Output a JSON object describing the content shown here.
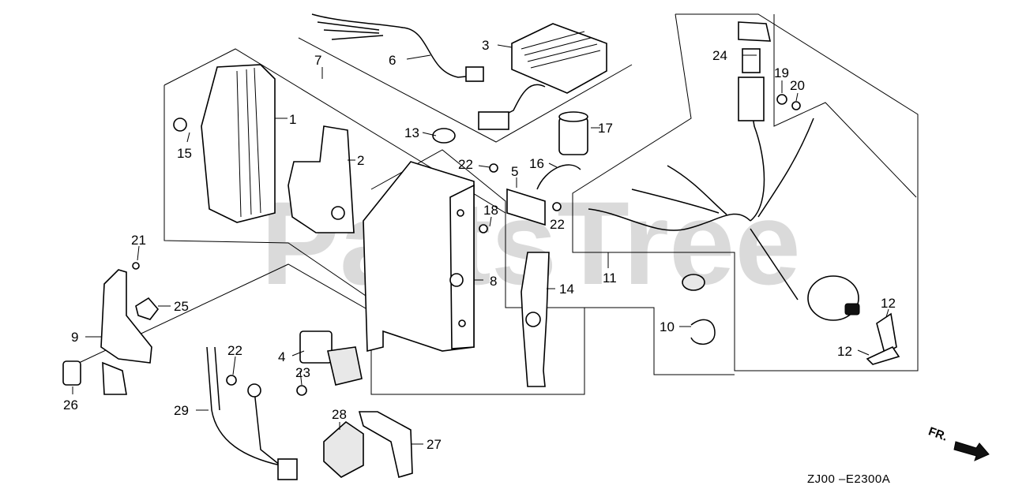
{
  "watermark": "PartsTree",
  "reference_code": "ZJ00 –E2300A",
  "direction_label": "FR.",
  "callouts": {
    "c1": "1",
    "c2": "2",
    "c3": "3",
    "c4": "4",
    "c5": "5",
    "c6": "6",
    "c7": "7",
    "c8": "8",
    "c9": "9",
    "c10": "10",
    "c11": "11",
    "c12a": "12",
    "c12b": "12",
    "c13": "13",
    "c14": "14",
    "c15": "15",
    "c16": "16",
    "c17": "17",
    "c18": "18",
    "c19": "19",
    "c20": "20",
    "c21": "21",
    "c22a": "22",
    "c22b": "22",
    "c22c": "22",
    "c23": "23",
    "c24": "24",
    "c25": "25",
    "c26": "26",
    "c27": "27",
    "c28": "28",
    "c29": "29"
  },
  "icons": {
    "direction": "arrow-right-icon"
  }
}
